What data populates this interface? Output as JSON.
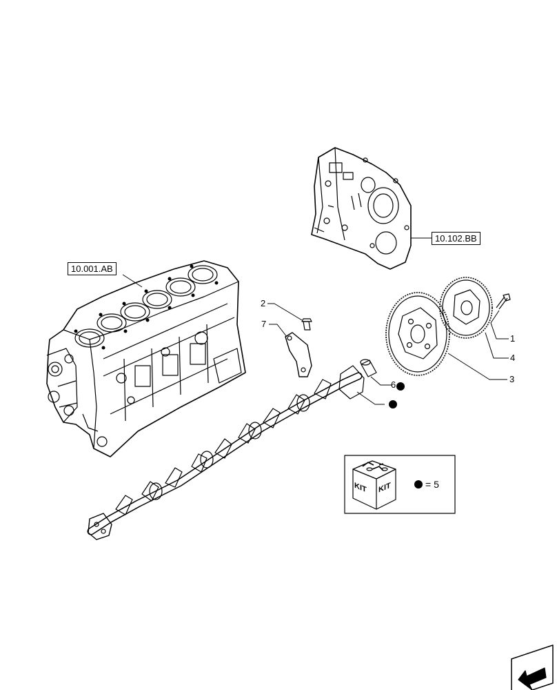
{
  "references": {
    "engine_block": "10.001.AB",
    "timing_cover": "10.102.BB"
  },
  "callouts": {
    "item_1": "1",
    "item_2": "2",
    "item_3": "3",
    "item_4": "4",
    "item_6": "6",
    "item_7": "7"
  },
  "kit": {
    "box_label_left": "KIT",
    "box_label_right": "KIT",
    "equals_text": "= 5"
  },
  "colors": {
    "line": "#000000",
    "background": "#ffffff"
  },
  "icons": {
    "kit_marker": "black-dot-icon",
    "navigation": "arrow-nav-icon"
  }
}
